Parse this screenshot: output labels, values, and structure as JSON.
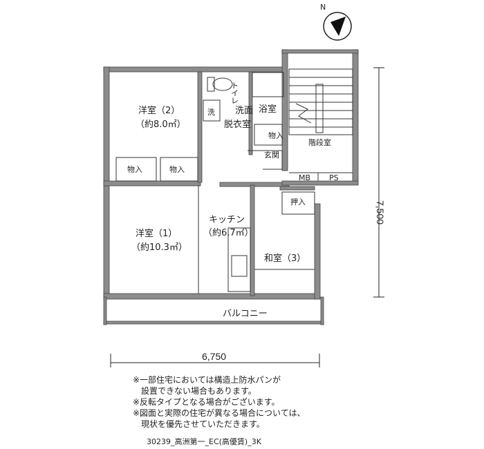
{
  "compass": {
    "north_label": "N"
  },
  "rooms": {
    "western_room_2": {
      "name": "洋室（2）",
      "area": "（約8.0㎡）"
    },
    "western_room_1": {
      "name": "洋室（1）",
      "area": "（約10.3㎡）"
    },
    "kitchen": {
      "name": "キッチン",
      "area": "（約6.7㎡）"
    },
    "japanese_room_3": {
      "name": "和室（3）"
    },
    "toilet": "トイレ",
    "washroom": [
      "洗面",
      "脱衣室"
    ],
    "bathroom": "浴室",
    "entrance": "玄関",
    "staircase": "階段室",
    "balcony": "バルコニー",
    "washer": "洗",
    "closets": [
      "物入",
      "物入",
      "物入",
      "押入"
    ],
    "mb": "MB",
    "ps": "PS"
  },
  "dimensions": {
    "width": "6,750",
    "depth": "7,500"
  },
  "notes": [
    "※一部住宅においては構造上防水パンが",
    "　設置できない場合もあります。",
    "※反転タイプとなる場合がございます。",
    "※図面と実際の住宅が異なる場合については、",
    "　現状を優先させていただきます。"
  ],
  "plan_code": "30239_高洲第一_EC(高優賃)_3K"
}
